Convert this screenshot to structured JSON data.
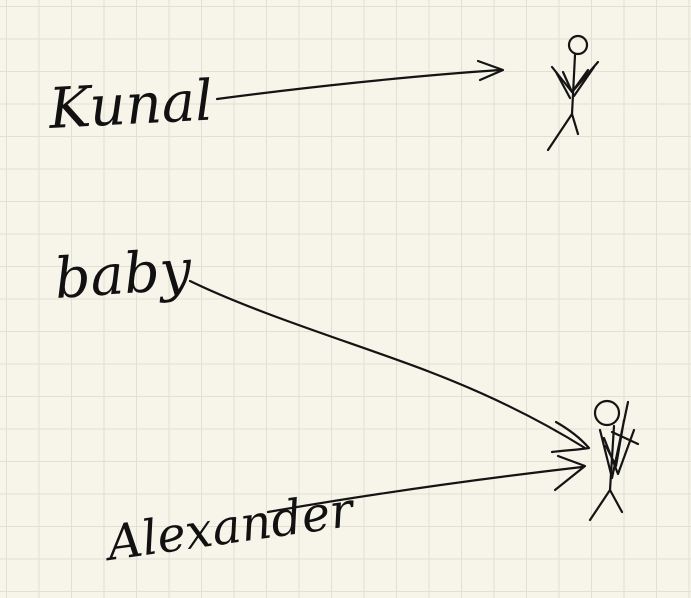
{
  "names": {
    "kunal": "Kunal",
    "baby": "baby",
    "alexander": "Alexander"
  },
  "colors": {
    "paper": "#f7f4ea",
    "grid": "#e2e0d3",
    "ink": "#141414"
  },
  "icons": {
    "person_top": "stick-figure-icon",
    "person_bottom": "stick-figure-icon"
  }
}
